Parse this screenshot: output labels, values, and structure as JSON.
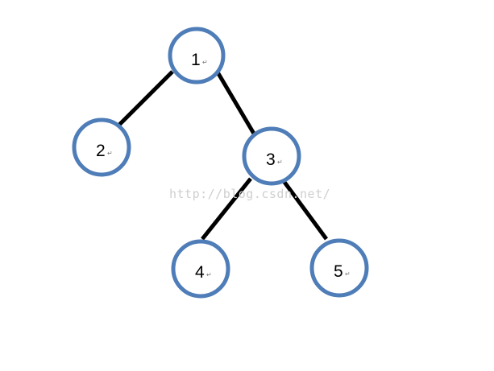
{
  "nodes": [
    {
      "label": "1"
    },
    {
      "label": "2"
    },
    {
      "label": "3"
    },
    {
      "label": "4"
    },
    {
      "label": "5"
    }
  ],
  "edges": [
    {
      "from": "1",
      "to": "2"
    },
    {
      "from": "1",
      "to": "3"
    },
    {
      "from": "3",
      "to": "4"
    },
    {
      "from": "3",
      "to": "5"
    }
  ],
  "return_mark": "↵",
  "watermark": "http://blog.csdn.net/",
  "colors": {
    "node_stroke": "#4f7db8",
    "edge": "#000000"
  }
}
